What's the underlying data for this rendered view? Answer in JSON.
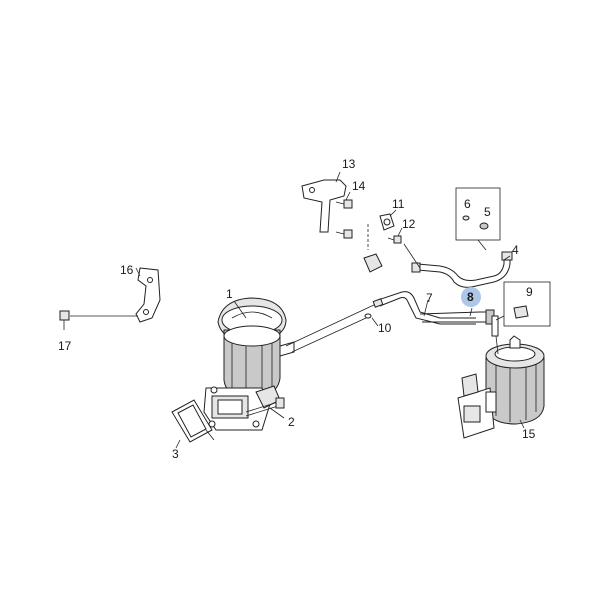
{
  "diagram": {
    "callouts": [
      {
        "id": "c1",
        "label": "1"
      },
      {
        "id": "c2",
        "label": "2"
      },
      {
        "id": "c3",
        "label": "3"
      },
      {
        "id": "c4",
        "label": "4"
      },
      {
        "id": "c5",
        "label": "5"
      },
      {
        "id": "c6",
        "label": "6"
      },
      {
        "id": "c7",
        "label": "7"
      },
      {
        "id": "c8",
        "label": "8"
      },
      {
        "id": "c9",
        "label": "9"
      },
      {
        "id": "c10",
        "label": "10"
      },
      {
        "id": "c11",
        "label": "11"
      },
      {
        "id": "c12",
        "label": "12"
      },
      {
        "id": "c13",
        "label": "13"
      },
      {
        "id": "c14",
        "label": "14"
      },
      {
        "id": "c15",
        "label": "15"
      },
      {
        "id": "c16",
        "label": "16"
      },
      {
        "id": "c17",
        "label": "17"
      }
    ],
    "highlighted_callout": "8",
    "highlight_color": "#aec6e8"
  }
}
